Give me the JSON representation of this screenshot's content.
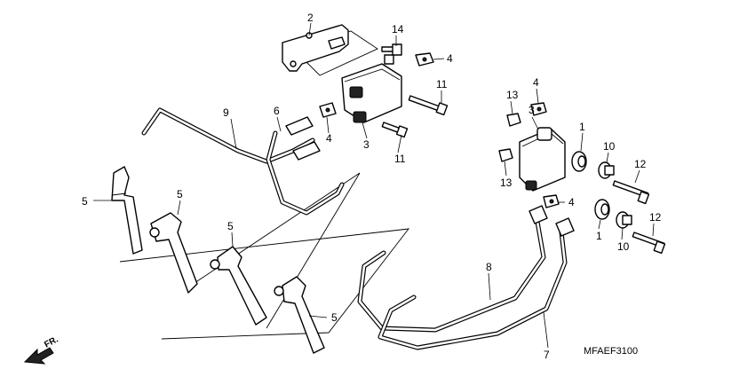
{
  "diagram": {
    "code": "MFAEF3100",
    "direction_label": "FR.",
    "callouts": [
      {
        "id": "c2",
        "text": "2"
      },
      {
        "id": "c14",
        "text": "14"
      },
      {
        "id": "c4a",
        "text": "4"
      },
      {
        "id": "c11a",
        "text": "11"
      },
      {
        "id": "c9",
        "text": "9"
      },
      {
        "id": "c6",
        "text": "6"
      },
      {
        "id": "c4b",
        "text": "4"
      },
      {
        "id": "c3a",
        "text": "3"
      },
      {
        "id": "c11b",
        "text": "11"
      },
      {
        "id": "c13a",
        "text": "13"
      },
      {
        "id": "c4c",
        "text": "4"
      },
      {
        "id": "c3b",
        "text": "3"
      },
      {
        "id": "c1a",
        "text": "1"
      },
      {
        "id": "c10a",
        "text": "10"
      },
      {
        "id": "c12a",
        "text": "12"
      },
      {
        "id": "c13b",
        "text": "13"
      },
      {
        "id": "c4d",
        "text": "4"
      },
      {
        "id": "c1b",
        "text": "1"
      },
      {
        "id": "c10b",
        "text": "10"
      },
      {
        "id": "c12b",
        "text": "12"
      },
      {
        "id": "c5a",
        "text": "5"
      },
      {
        "id": "c5b",
        "text": "5"
      },
      {
        "id": "c5c",
        "text": "5"
      },
      {
        "id": "c5d",
        "text": "5"
      },
      {
        "id": "c8",
        "text": "8"
      },
      {
        "id": "c7",
        "text": "7"
      }
    ]
  }
}
